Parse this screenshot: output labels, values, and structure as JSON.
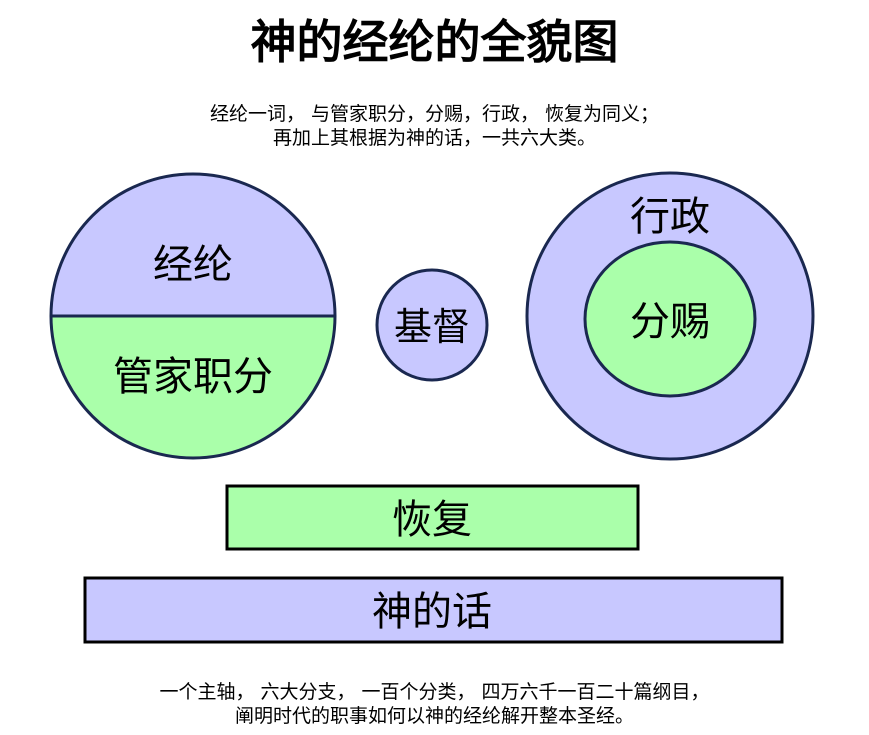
{
  "title": "神的经纶的全貌图",
  "subtitle": [
    "经纶一词， 与管家职分，分赐，行政， 恢复为同义；",
    "再加上其根据为神的话，一共六大类。"
  ],
  "nodes": {
    "economy": "经纶",
    "stewardship": "管家职分",
    "christ": "基督",
    "administration": "行政",
    "dispensing": "分赐",
    "recovery": "恢复",
    "word": "神的话"
  },
  "footer": [
    "一个主轴， 六大分支， 一百个分类， 四万六千一百二十篇纲目，",
    "阐明时代的职事如何以神的经纶解开整本圣经。"
  ],
  "colors": {
    "lavender": "#c8c8ff",
    "green": "#aaffaa",
    "stroke": "#1a2850"
  }
}
